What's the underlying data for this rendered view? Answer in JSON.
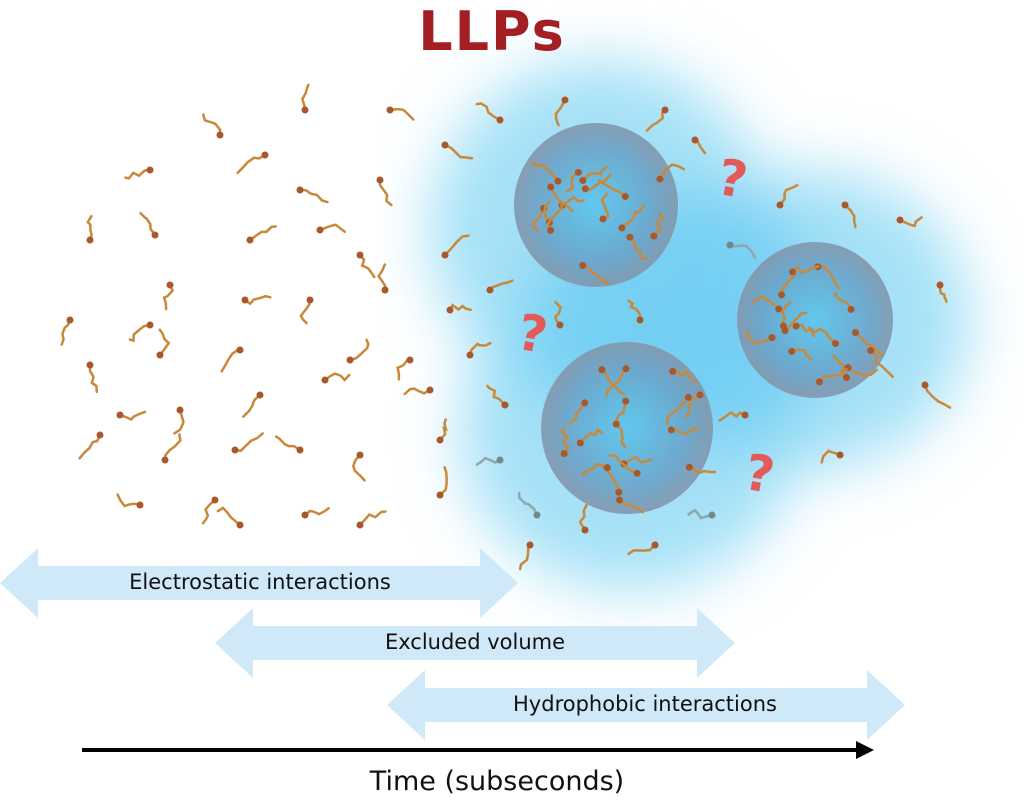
{
  "title": "LLPs",
  "arrows": [
    {
      "label": "Electrostatic interactions"
    },
    {
      "label": "Excluded volume"
    },
    {
      "label": "Hydrophobic interactions"
    }
  ],
  "time_axis": {
    "label": "Time (subseconds)"
  },
  "question_mark": "?",
  "colors": {
    "title": "#a31f24",
    "arrow_fill": "#cfe9f8",
    "droplet": "#7f93a8",
    "glow": "#4cc3ef",
    "question": "#e35a5a",
    "molecule": "#c8893a"
  }
}
